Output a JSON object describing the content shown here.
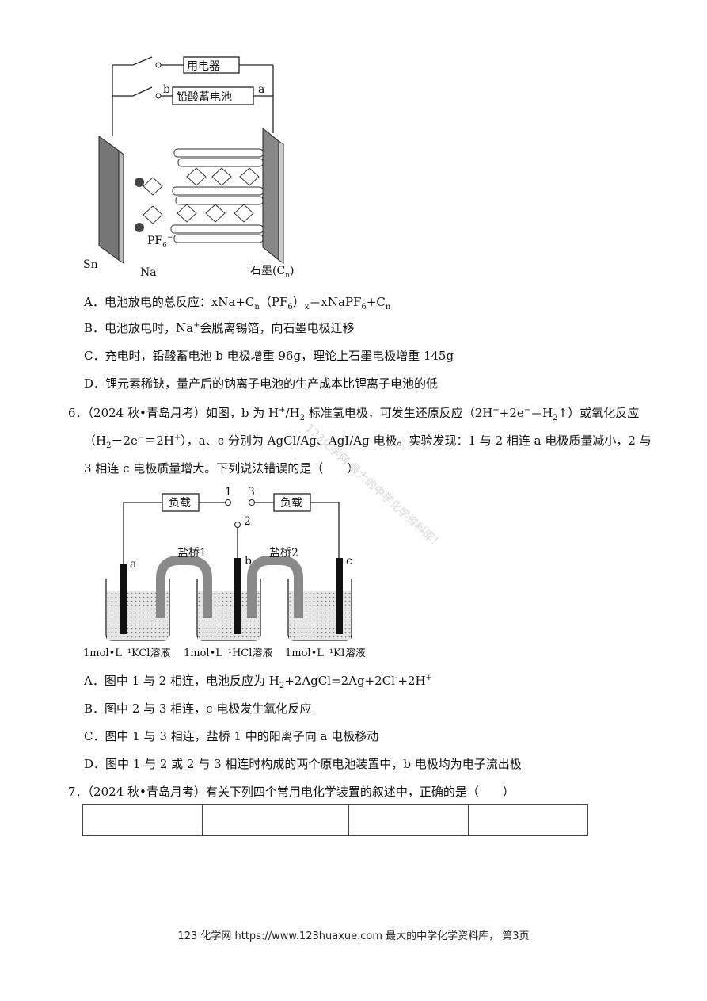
{
  "fig1": {
    "appliance": "用电器",
    "battery": "铅酸蓄电池",
    "b": "b",
    "a": "a",
    "sn": "Sn",
    "na": "Na",
    "pf6": "PF",
    "pf6_sub": "6",
    "pf6_sup": "−",
    "graphite": "石墨(C",
    "graphite_sub": "n",
    "graphite_close": ")"
  },
  "q5": {
    "A_1": "A．电池放电的总反应：xNa+C",
    "A_sub1": "n",
    "A_2": "（PF",
    "A_sub2": "6",
    "A_3": "）",
    "A_sub3": "x",
    "A_4": "＝xNaPF",
    "A_sub4": "6",
    "A_5": "+C",
    "A_sub5": "n",
    "B_1": "B．电池放电时，Na",
    "B_sup": "+",
    "B_2": "会脱离锡箔，向石墨电极迁移",
    "C": "C．充电时，铅酸蓄电池 b 电极增重 96g，理论上石墨电极增重 145g",
    "D": "D．锂元素稀缺，量产后的钠离子电池的生产成本比锂离子电池的低"
  },
  "q6": {
    "line1_1": "6．（2024 秋•青岛月考）如图，b 为 H",
    "line1_sup1": "+",
    "line1_2": "/H",
    "line1_sub1": "2",
    "line1_3": " 标准氢电极，可发生还原反应（2H",
    "line1_sup2": "+",
    "line1_4": "+2e",
    "line1_sup3": "−",
    "line1_5": "＝H",
    "line1_sub2": "2",
    "line1_6": "↑）或氧化反应",
    "line2_1": "（H",
    "line2_sub1": "2",
    "line2_2": "－2e",
    "line2_sup1": "−",
    "line2_3": "＝2H",
    "line2_sup2": "+",
    "line2_4": "），a、c 分别为 AgCl/Ag、AgI/Ag 电极。实验发现：1 与 2 相连 a 电极质量减小，2 与",
    "line3": "3 相连 c 电极质量增大。下列说法错误的是（　　）",
    "A_1": "A．图中 1 与 2 相连，电池反应为 H",
    "A_sub": "2",
    "A_2": "+2AgCl=2Ag+2Cl",
    "A_sup1": "-",
    "A_3": "+2H",
    "A_sup2": "+",
    "B": "B．图中 2 与 3 相连，c 电极发生氧化反应",
    "C": "C．图中 1 与 3 相连，盐桥 1 中的阳离子向 a 电极移动",
    "D": "D．图中 1 与 2 或 2 与 3 相连时构成的两个原电池装置中，b 电极均为电子流出极"
  },
  "fig2": {
    "load_left": "负载",
    "load_right": "负载",
    "n1": "1",
    "n2": "2",
    "n3": "3",
    "bridge1": "盐桥1",
    "bridge2": "盐桥2",
    "a": "a",
    "b": "b",
    "c": "c",
    "sol1": "1mol•L⁻¹KCl溶液",
    "sol2": "1mol•L⁻¹HCl溶液",
    "sol3": "1mol•L⁻¹KI溶液"
  },
  "q7": {
    "text": "7．（2024 秋•青岛月考）有关下列四个常用电化学装置的叙述中，正确的是（　　）"
  },
  "watermark": "123化学网 最大的中学化学资料库！",
  "footer": "123 化学网  https://www.123huaxue.com  最大的中学化学资料库，  第3页"
}
